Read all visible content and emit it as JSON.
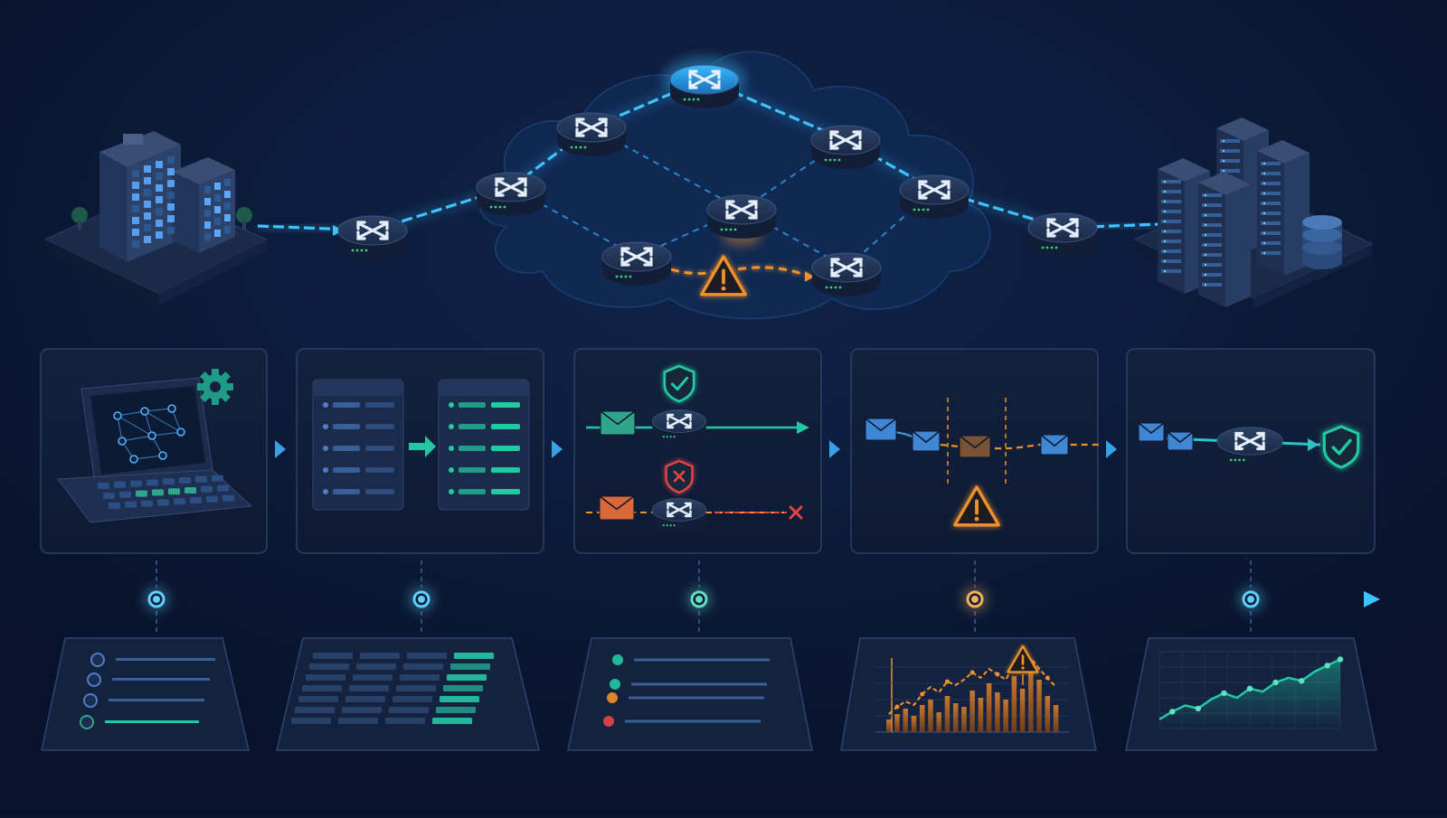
{
  "colors": {
    "background": "#0a1530",
    "cloud": "#0f2a55",
    "link_active": "#3fc3ff",
    "link_dashed": "#2f8fd6",
    "warning": "#f0922b",
    "success": "#21c9a2",
    "error": "#e24545",
    "panel_border": "#2a4066",
    "envelope_blue": "#3f86d4",
    "envelope_green": "#2fa58a",
    "envelope_orange": "#d9683a"
  },
  "network": {
    "source": "office-building",
    "destination": "data-center",
    "routers": [
      {
        "id": "r-entry"
      },
      {
        "id": "r-top"
      },
      {
        "id": "r-upper-left"
      },
      {
        "id": "r-upper-right"
      },
      {
        "id": "r-left"
      },
      {
        "id": "r-center"
      },
      {
        "id": "r-right"
      },
      {
        "id": "r-lower-left"
      },
      {
        "id": "r-lower-right"
      },
      {
        "id": "r-exit"
      }
    ],
    "active_path": [
      "office-building",
      "r-entry",
      "r-left",
      "r-upper-left",
      "r-top",
      "r-upper-right",
      "r-right",
      "r-exit",
      "data-center"
    ],
    "alert": {
      "type": "warning",
      "between": [
        "r-lower-left",
        "r-lower-right"
      ]
    }
  },
  "stages": [
    {
      "id": "configure",
      "icon": "laptop-gear-icon",
      "status": "ok"
    },
    {
      "id": "route-tables",
      "icon": "table-sync-icon",
      "status": "ok"
    },
    {
      "id": "filtering",
      "icon": "shield-filter-icon",
      "status": "ok",
      "allowed": "shield-check-icon",
      "blocked": "shield-x-icon"
    },
    {
      "id": "congestion",
      "icon": "warning-icon",
      "status": "warning"
    },
    {
      "id": "delivered",
      "icon": "shield-check-icon",
      "status": "ok"
    }
  ],
  "timeline": {
    "milestones": [
      {
        "status": "ok"
      },
      {
        "status": "ok"
      },
      {
        "status": "ok"
      },
      {
        "status": "warning"
      },
      {
        "status": "ok"
      }
    ]
  },
  "charts": [
    {
      "type": "bar",
      "values": [
        14,
        20,
        26,
        18,
        30,
        36,
        22,
        40,
        32,
        28,
        46,
        38,
        54,
        44,
        36,
        62,
        48,
        72,
        58,
        40,
        30
      ],
      "line": [
        20,
        28,
        34,
        30,
        42,
        50,
        44,
        56,
        52,
        58,
        66,
        60,
        70,
        64,
        58,
        74,
        68,
        82,
        70,
        60,
        50
      ],
      "warning_icon": "warning-icon"
    },
    {
      "type": "line",
      "values": [
        12,
        22,
        30,
        26,
        38,
        46,
        40,
        52,
        48,
        60,
        66,
        62,
        74,
        82,
        90
      ]
    }
  ]
}
